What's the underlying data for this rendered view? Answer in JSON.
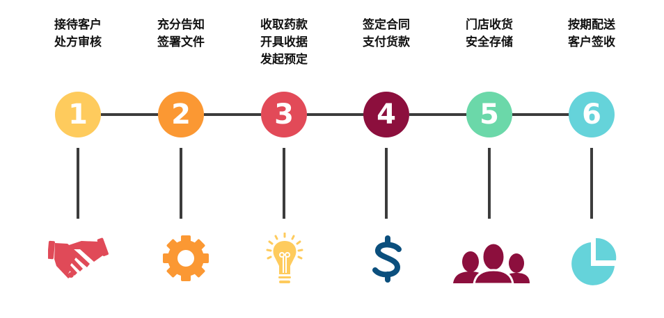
{
  "steps": [
    {
      "number": "1",
      "lines": [
        "接待客户",
        "处方审核"
      ],
      "color": "#FECB5D",
      "icon": "handshake-icon",
      "icon_color": "#E04A58"
    },
    {
      "number": "2",
      "lines": [
        "充分告知",
        "签署文件"
      ],
      "color": "#FB9833",
      "icon": "gear-icon",
      "icon_color": "#FB9833"
    },
    {
      "number": "3",
      "lines": [
        "收取药款",
        "开具收据",
        "发起预定"
      ],
      "color": "#E24A58",
      "icon": "lightbulb-icon",
      "icon_color": "#FECB5D"
    },
    {
      "number": "4",
      "lines": [
        "签定合同",
        "支付货款"
      ],
      "color": "#8C0F3D",
      "icon": "dollar-icon",
      "icon_color": "#0B4F7D"
    },
    {
      "number": "5",
      "lines": [
        "门店收货",
        "安全存储"
      ],
      "color": "#6BD8A9",
      "icon": "people-icon",
      "icon_color": "#8C0F3D"
    },
    {
      "number": "6",
      "lines": [
        "按期配送",
        "客户签收"
      ],
      "color": "#65D3DA",
      "icon": "pie-chart-icon",
      "icon_color": "#65D3DA"
    }
  ],
  "line_color": "#3C3C3C"
}
